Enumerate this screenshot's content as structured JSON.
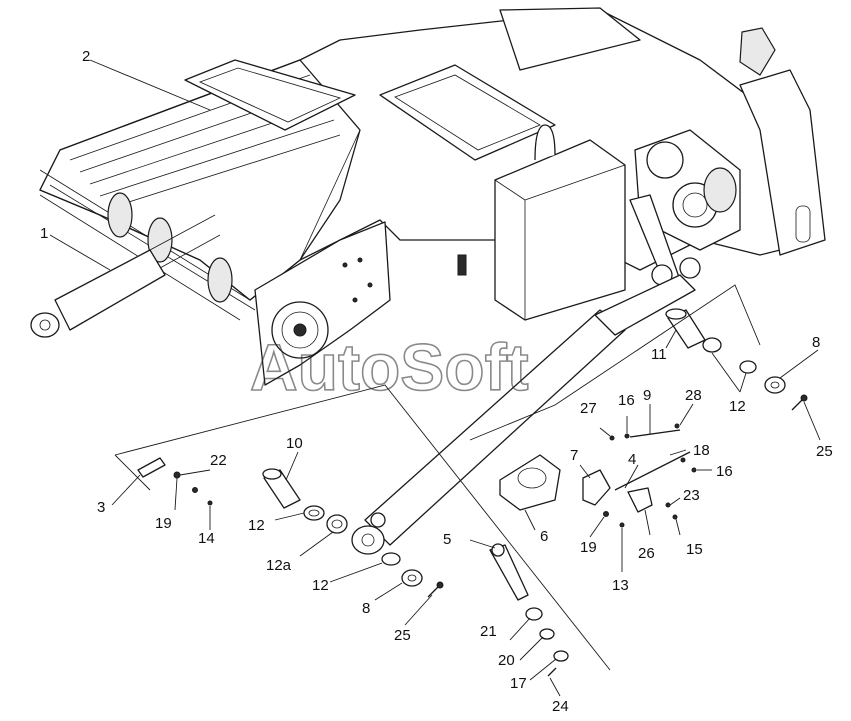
{
  "watermark": "AutoSoft",
  "callouts": {
    "c1": "1",
    "c2": "2",
    "c3": "3",
    "c4": "4",
    "c5": "5",
    "c6": "6",
    "c7": "7",
    "c8a": "8",
    "c8b": "8",
    "c9": "9",
    "c10": "10",
    "c11": "11",
    "c12a": "12",
    "c12b": "12",
    "c12c": "12",
    "c12d": "12a",
    "c13": "13",
    "c14": "14",
    "c15": "15",
    "c16a": "16",
    "c16b": "16",
    "c17": "17",
    "c18": "18",
    "c19a": "19",
    "c19b": "19",
    "c20": "20",
    "c21": "21",
    "c22": "22",
    "c23": "23",
    "c24": "24",
    "c25a": "25",
    "c25b": "25",
    "c26": "26",
    "c27": "27",
    "c28": "28"
  }
}
